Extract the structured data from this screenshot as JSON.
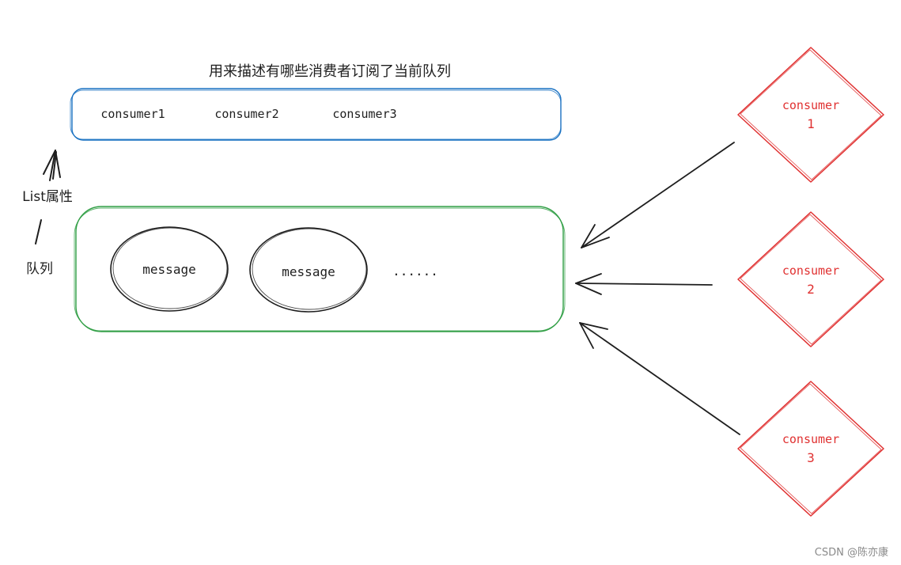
{
  "title": "用来描述有哪些消费者订阅了当前队列",
  "subscribers": [
    "consumer1",
    "consumer2",
    "consumer3"
  ],
  "list_label": "List属性",
  "queue_label": "队列",
  "queue_messages": [
    "message",
    "message"
  ],
  "queue_more": "......",
  "consumers": [
    {
      "name": "consumer",
      "number": "1"
    },
    {
      "name": "consumer",
      "number": "2"
    },
    {
      "name": "consumer",
      "number": "3"
    }
  ],
  "colors": {
    "subscriber_box": "#1971c2",
    "queue_box": "#2f9e44",
    "consumer": "#e03131",
    "ink": "#1e1e1e"
  },
  "watermark": "CSDN @陈亦康"
}
